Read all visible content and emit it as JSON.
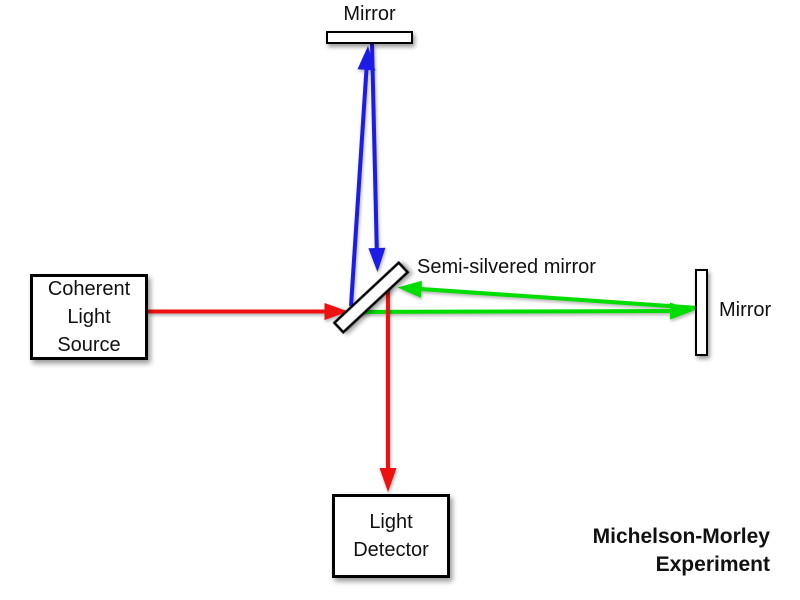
{
  "diagram_title": {
    "line1": "Michelson-Morley",
    "line2": "Experiment"
  },
  "labels": {
    "top_mirror": "Mirror",
    "right_mirror": "Mirror",
    "beam_splitter": "Semi-silvered mirror"
  },
  "source_box": {
    "line1": "Coherent",
    "line2": "Light",
    "line3": "Source"
  },
  "detector_box": {
    "line1": "Light",
    "line2": "Detector"
  },
  "colors": {
    "red_beam": "#ee1111",
    "green_beam": "#00dd00",
    "blue_beam": "#1c1ce6",
    "mirror_fill": "#ffffff",
    "outline": "#000000"
  }
}
